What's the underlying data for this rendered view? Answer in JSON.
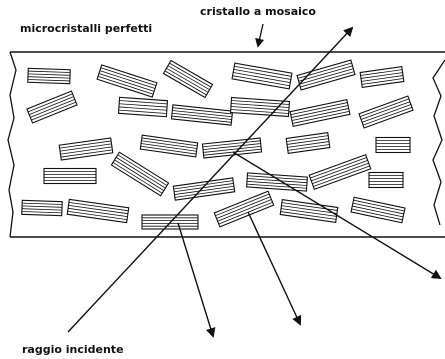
{
  "labels": {
    "microcrystals": "microcristalli perfetti",
    "mosaic_crystal": "cristallo a mosaico",
    "incident_ray": "raggio incidente"
  },
  "colors": {
    "ink": "#111111",
    "paper": "#ffffff"
  }
}
